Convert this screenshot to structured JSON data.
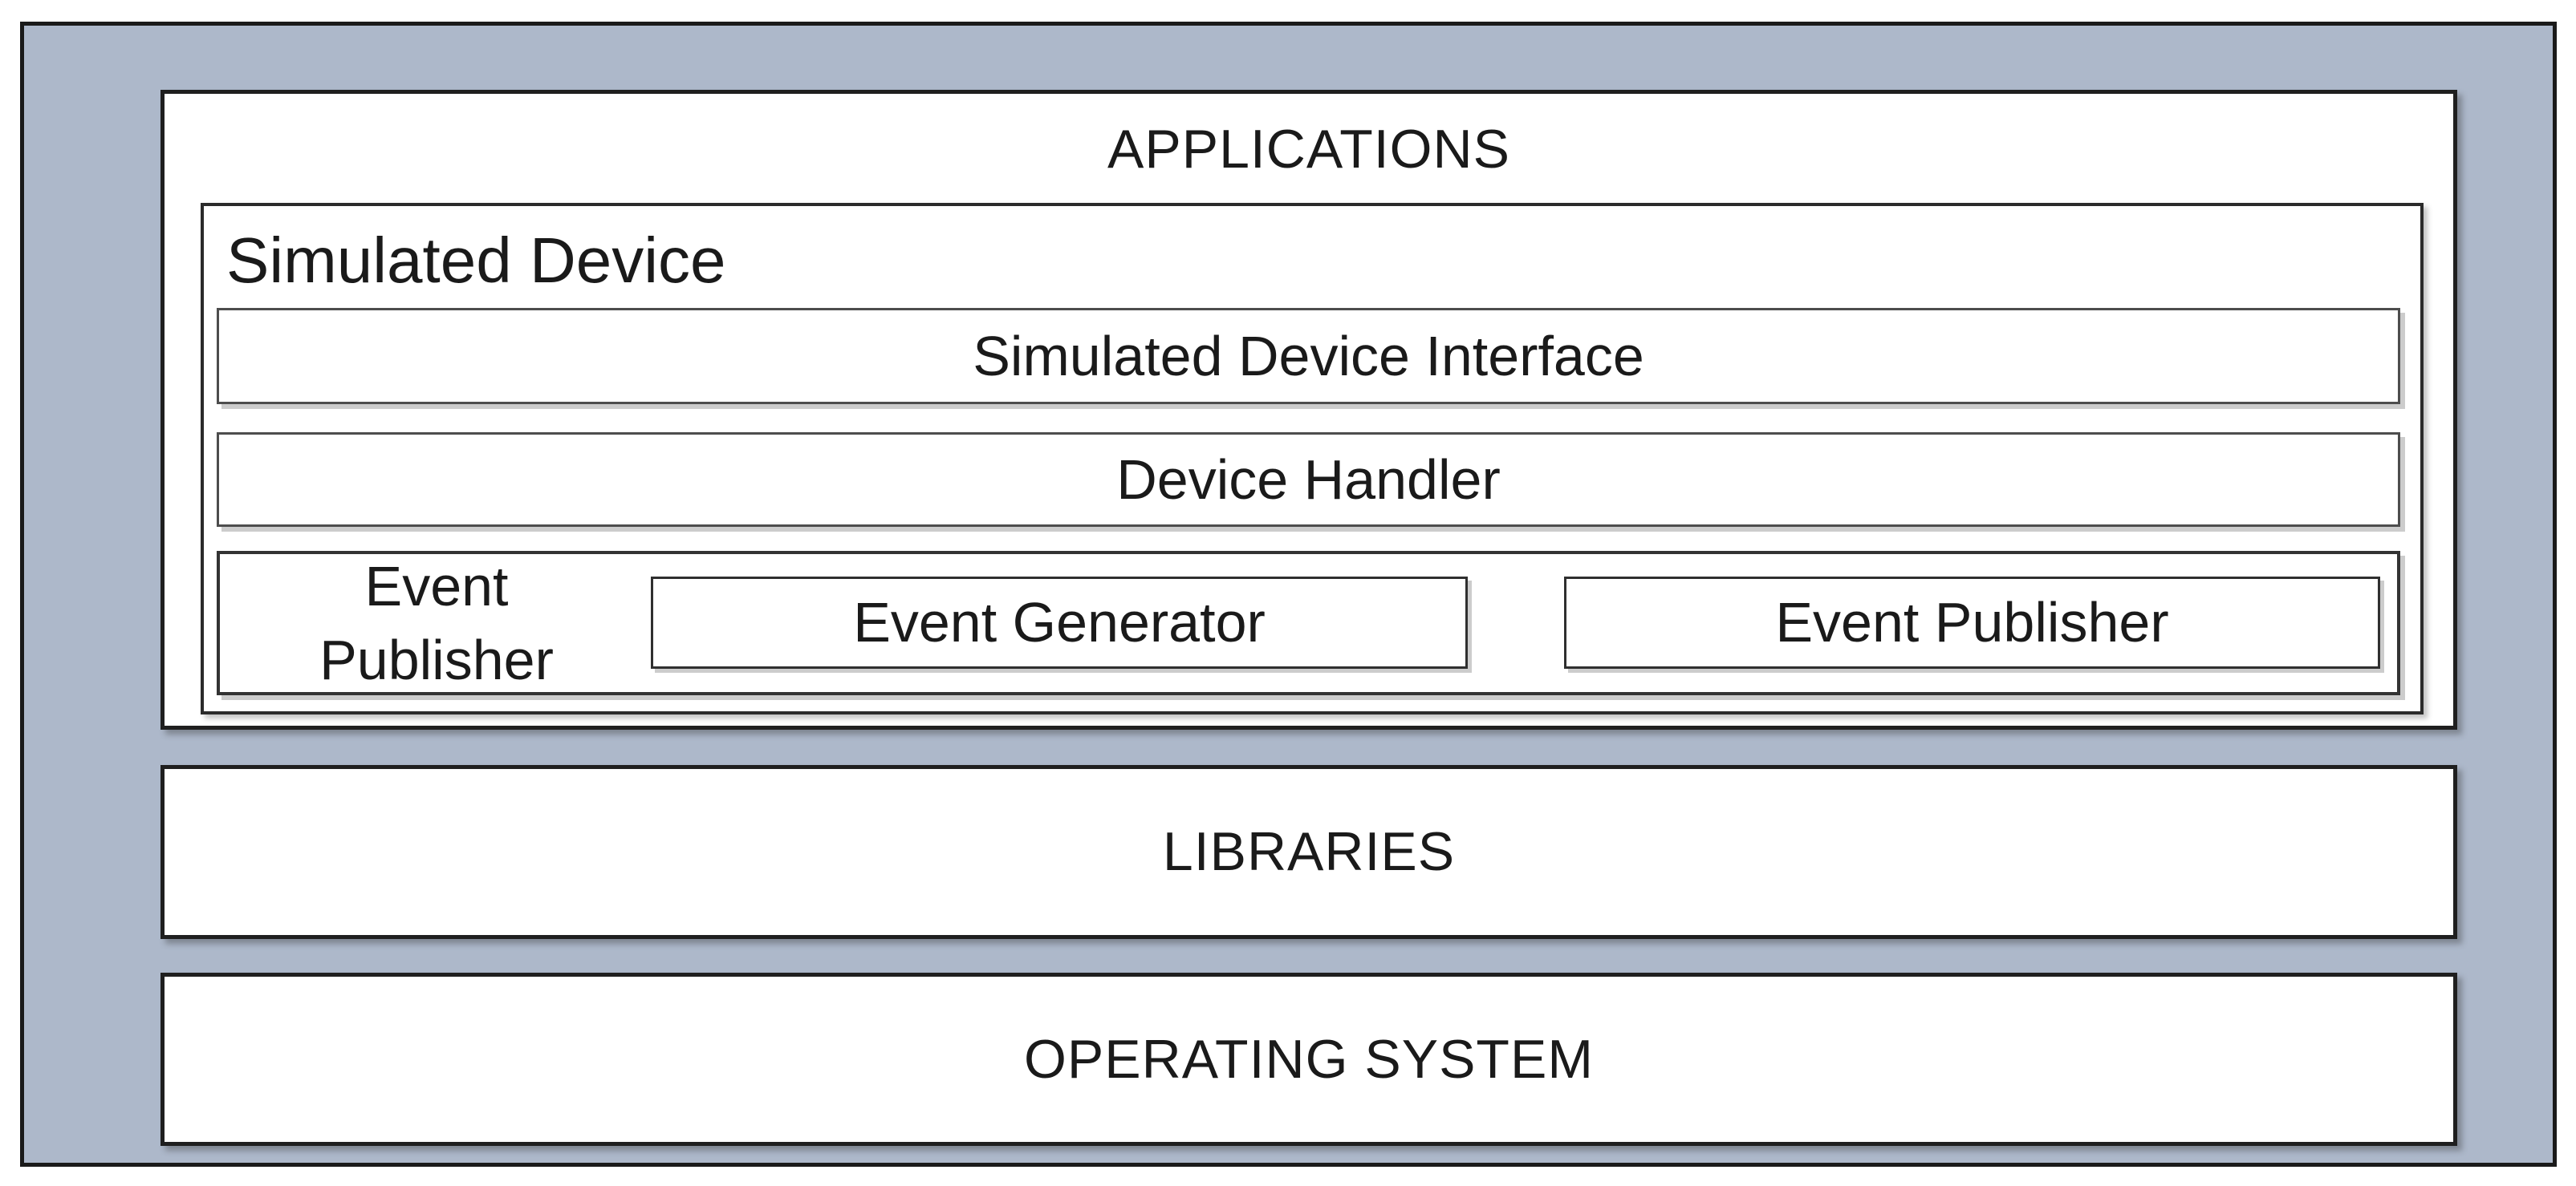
{
  "colors": {
    "page_background": "#ffffff",
    "panel_background": "#adb8ca",
    "box_fill": "#ffffff",
    "outer_border": "#1a1a1a",
    "box_border": "#1f1f1f",
    "inner_border": "#4d4d4d",
    "text": "#1a1a1a"
  },
  "layers": {
    "applications": {
      "title": "APPLICATIONS"
    },
    "libraries": {
      "title": "LIBRARIES"
    },
    "operating_system": {
      "title": "OPERATING SYSTEM"
    }
  },
  "simulated_device": {
    "title": "Simulated Device",
    "interface": {
      "label": "Simulated Device Interface"
    },
    "device_handler": {
      "label": "Device Handler"
    },
    "event_publisher_group": {
      "side_label": "Event Publisher",
      "event_generator": {
        "label": "Event Generator"
      },
      "event_publisher": {
        "label": "Event Publisher"
      }
    }
  }
}
